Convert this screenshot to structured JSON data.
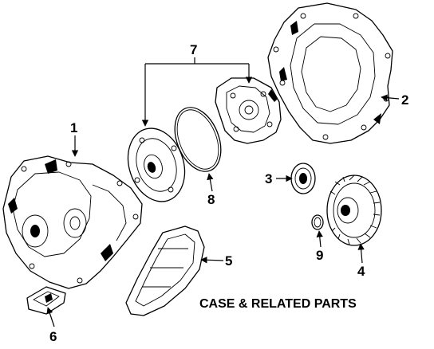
{
  "diagram": {
    "caption": "CASE & RELATED PARTS",
    "callouts": [
      "1",
      "2",
      "3",
      "4",
      "5",
      "6",
      "7",
      "8",
      "9"
    ],
    "ink_color": "#000000",
    "background_color": "#ffffff"
  }
}
